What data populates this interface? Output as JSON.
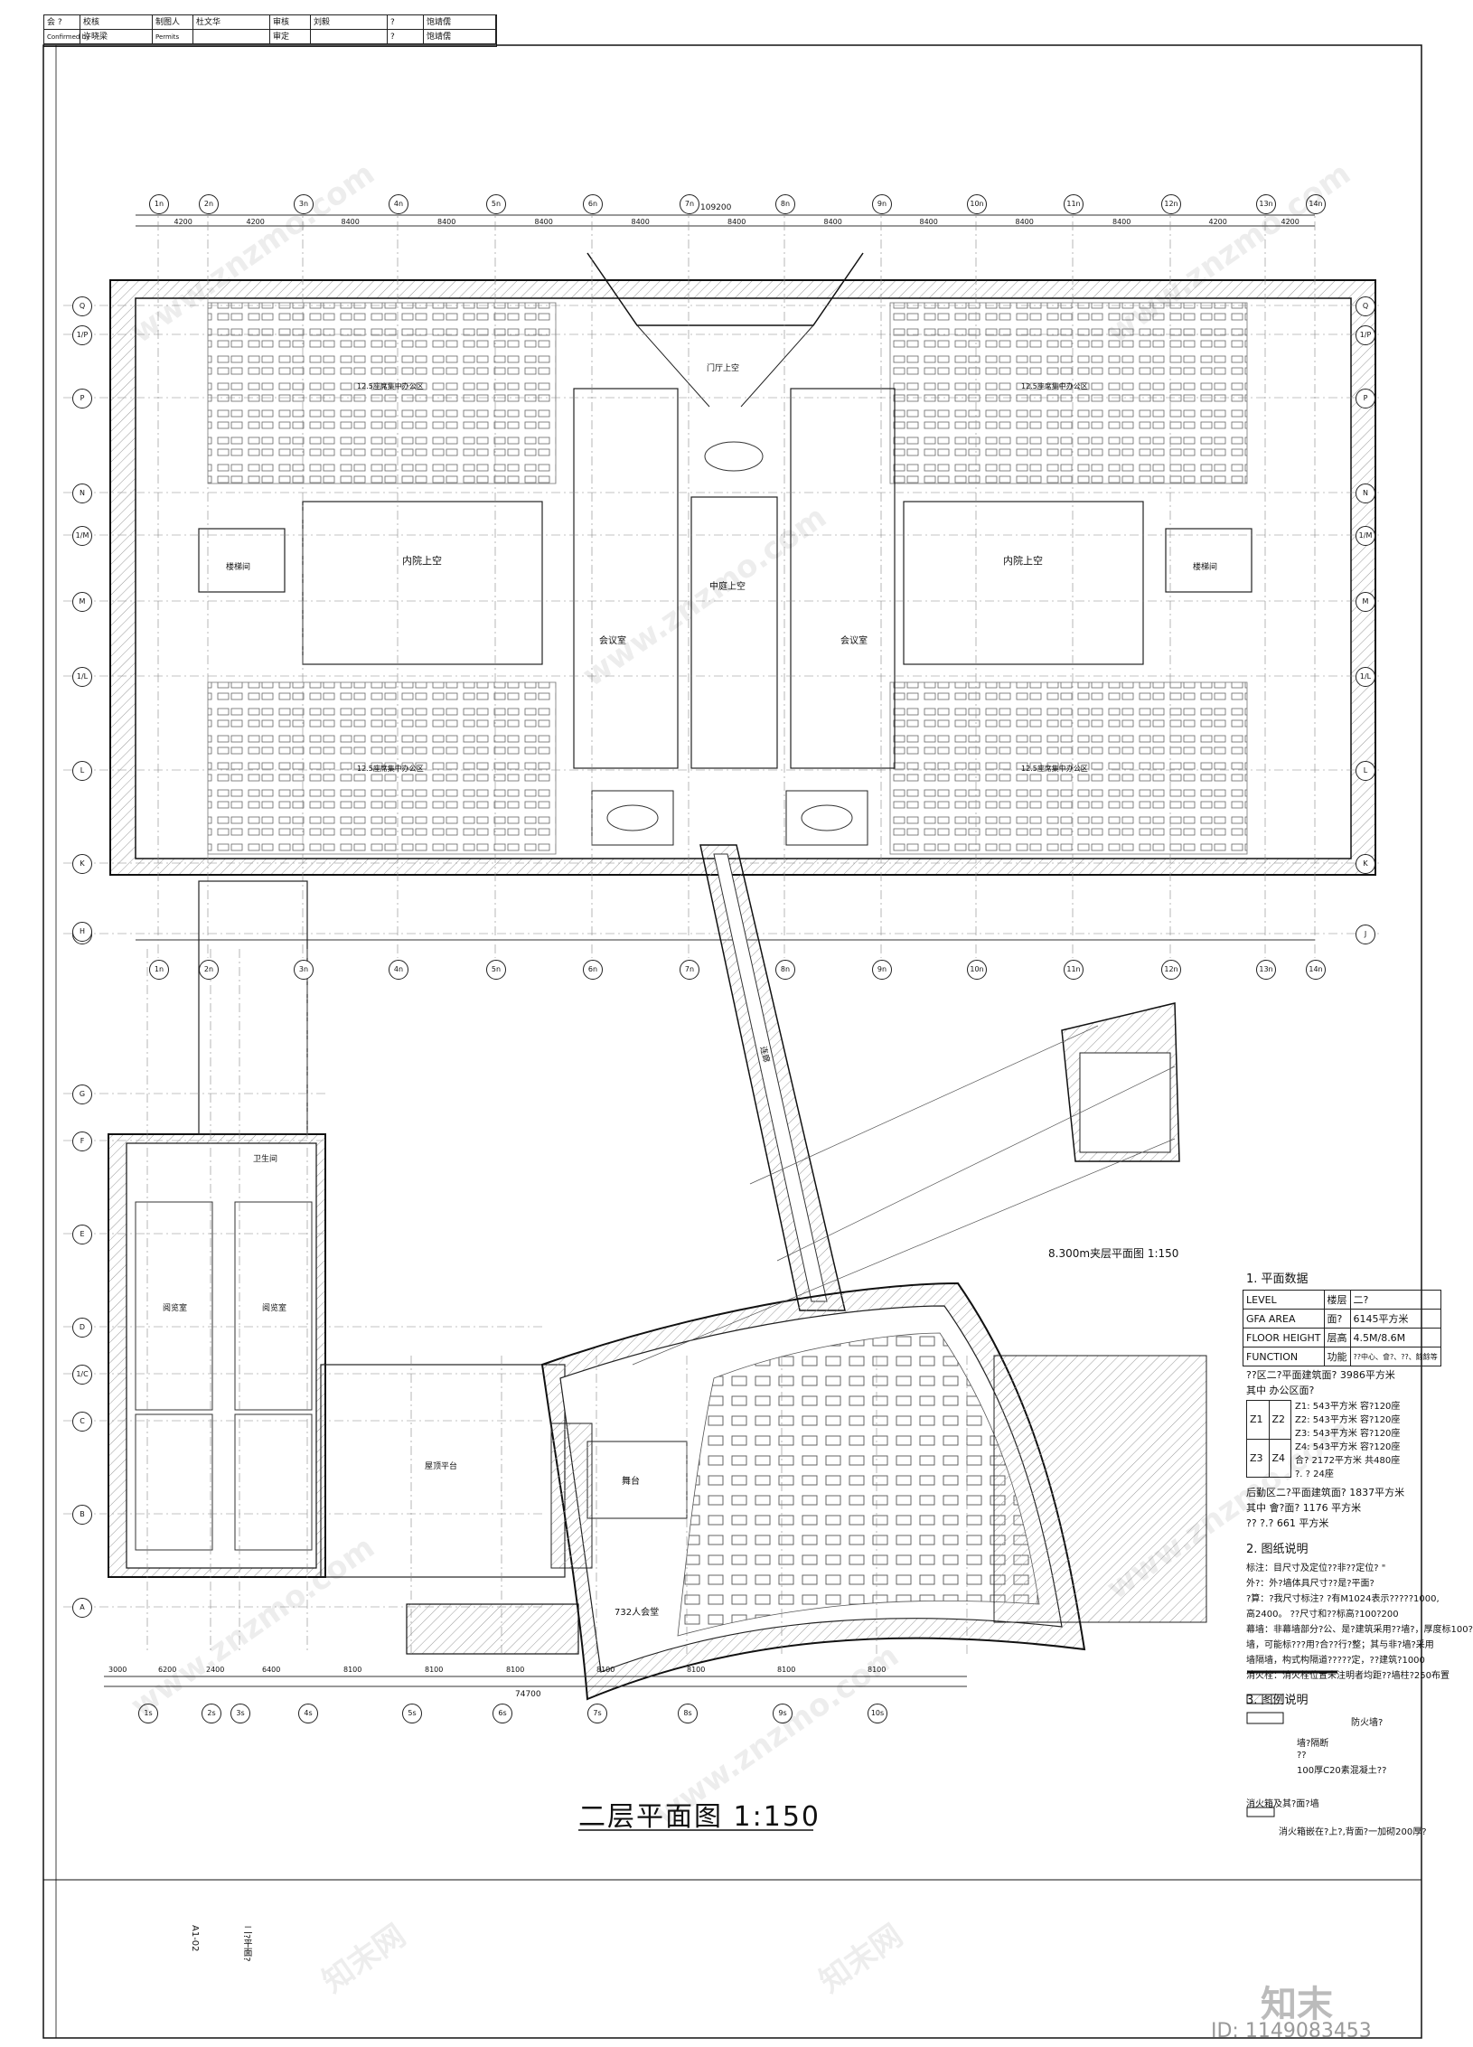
{
  "title_block": {
    "r1c1": "会 ?",
    "r1c2": "校核",
    "r1c3": "制图人",
    "r1c4": "杜文华",
    "r1c5": "审核",
    "r1c6": "刘毅",
    "r1c7": "?",
    "r1c8": "饱靖儒",
    "r2c1": "Confirmed by",
    "r2c2": "许晓梁",
    "r2c3": "Permits",
    "r2c5": "审定",
    "r2c7": "?",
    "r2c8": "饱靖儒"
  },
  "drawing": {
    "main_title": "二层平面图  1:150",
    "mezz_title": "8.300m夹层平面图  1:150",
    "axes_top": [
      "1n",
      "2n",
      "3n",
      "4n",
      "5n",
      "6n",
      "7n",
      "8n",
      "9n",
      "10n",
      "11n",
      "12n",
      "13n",
      "14n"
    ],
    "axes_side_upper": [
      "Q",
      "1/P",
      "P",
      "N",
      "1/M",
      "M",
      "1/L",
      "L",
      "K",
      "J",
      "H"
    ],
    "axes_side_lower": [
      "G",
      "F",
      "E",
      "D",
      "1/C",
      "C",
      "B",
      "A"
    ],
    "axes_bottom": [
      "1s",
      "2s",
      "3s",
      "4s",
      "5s",
      "6s",
      "7s",
      "8s",
      "9s",
      "10s"
    ],
    "dims_top": [
      "4200",
      "4200",
      "8400",
      "8400",
      "8400",
      "8400",
      "8400",
      "8400",
      "8400",
      "8400",
      "8400",
      "4200",
      "4200"
    ],
    "total_top": "109200",
    "total_bottom": "74700",
    "dims_bottom": [
      "3000",
      "6200",
      "2400",
      "6400",
      "8100",
      "8100",
      "8100",
      "8100",
      "8100",
      "8100",
      "8100"
    ],
    "rooms": {
      "atrium_left": "内院上空",
      "atrium_right": "内院上空",
      "center_void": "中庭上空",
      "meeting": "会议室",
      "office_label": "12.5座席集中办公区",
      "stair": "楼梯间",
      "toilet": "卫生间",
      "auditorium": "732人会堂",
      "stage": "舞台",
      "bridge": "连廊",
      "terrace": "屋顶平台",
      "reading": "阅览室",
      "gate": "门厅上空"
    }
  },
  "info_panel": {
    "h1": "1. 平面数据",
    "level_k": "LEVEL",
    "level_m": "楼层",
    "level_v": "二?",
    "gfa_k": "GFA AREA",
    "gfa_m": "面?",
    "gfa_v": "6145平方米",
    "fh_k": "FLOOR HEIGHT",
    "fh_m": "层高",
    "fh_v": "4.5M/8.6M",
    "fn_k": "FUNCTION",
    "fn_m": "功能",
    "fn_v": "??中心、會?、??、餘餘等",
    "a1": "??区二?平面建筑面?",
    "a1v": "3986平方米",
    "a2": "其中  办公区面?",
    "z1": "Z1: 543平方米   容?120座",
    "z2": "Z2: 543平方米   容?120座",
    "z3": "Z3: 543平方米   容?120座",
    "z4": "Z4: 543平方米   容?120座",
    "zsum": "合?  2172平方米   共480座",
    "zseat": "?. ?   24座",
    "zc1": "Z1",
    "zc2": "Z2",
    "zc3": "Z3",
    "zc4": "Z4",
    "b1": "后勤区二?平面建筑面?",
    "b1v": "1837平方米",
    "b2": "其中  會?面?",
    "b2v": "1176 平方米",
    "b3": "?? ?.?",
    "b3v": "661 平方米",
    "h2": "2. 图纸说明",
    "n1": "标注：目尺寸及定位??非??定位? \"",
    "n2": "外?：外?墙体具尺寸??是?平面?",
    "n3": "?算：?我尺寸标注?    ?有M1024表示?????1000,",
    "n4": "       高2400。    ??尺寸和??标高?100?200",
    "n5": "幕墙：非幕墙部分?公、是?建筑采用??墙?，厚度标100?",
    "n6": "       墙，可能标???用?合??行?整；其与非?墙?采用",
    "n7": "       墙隔墙，构式构隔道?????定，??建筑?1000",
    "n8": "消火栓：消火栓位置未注明者均距??墙柱?250布置",
    "h3": "3. 图例说明",
    "l1": "防火墙?",
    "l2": "墙?隔断",
    "l3": "??",
    "l4": "100厚C20素混凝土??",
    "l5": "消火箱及其?面?墙",
    "l6": "消火箱嵌在?上?,背面?一加砌200厚?"
  },
  "side_labels": {
    "sheet_no": "A1-02",
    "sheet_name": "二?平面?"
  },
  "watermark": {
    "site": "www.znzmo.com",
    "cn": "知末网",
    "brand": "知末",
    "id": "ID: 1149083453"
  }
}
